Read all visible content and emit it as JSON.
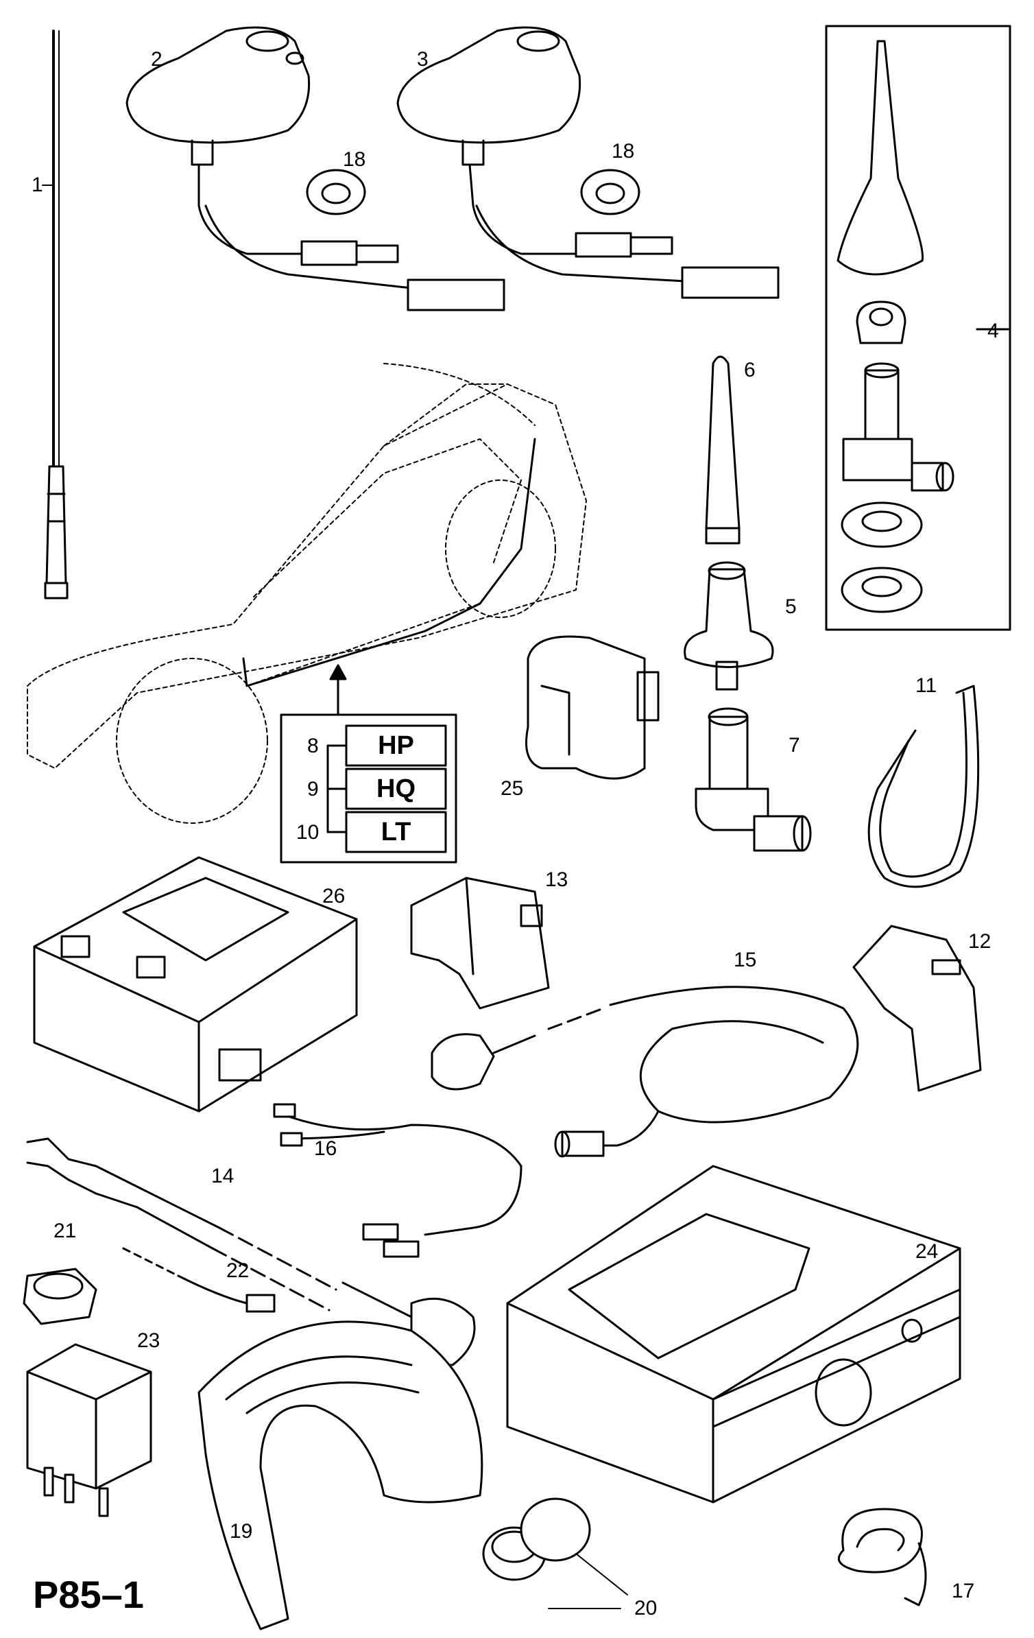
{
  "page_code": "P85–1",
  "callouts": [
    "1",
    "2",
    "3",
    "18",
    "18",
    "4",
    "6",
    "5",
    "11",
    "25",
    "7",
    "8",
    "9",
    "10",
    "26",
    "13",
    "12",
    "15",
    "16",
    "14",
    "21",
    "22",
    "24",
    "23",
    "19",
    "20",
    "17"
  ],
  "variant_codes": [
    "HP",
    "HQ",
    "LT"
  ],
  "line_color": "#000000"
}
